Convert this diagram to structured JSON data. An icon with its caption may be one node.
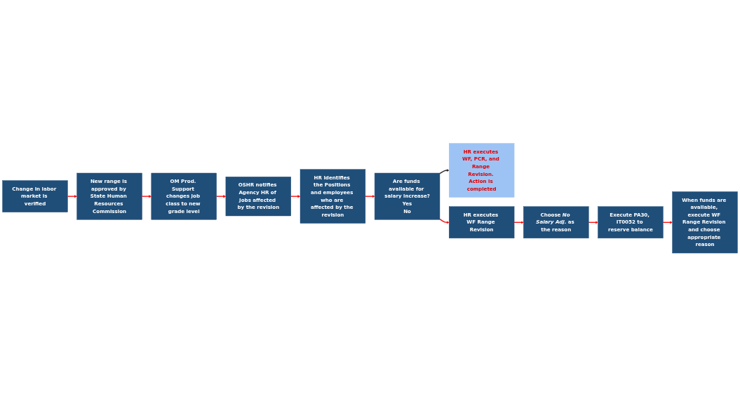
{
  "diagram": {
    "nodes": [
      {
        "text": [
          "Change in labor market is verified"
        ]
      },
      {
        "text": [
          "New range is approved by State Human Resources Commission"
        ]
      },
      {
        "text": [
          "OM Prod. Support changes job class to new grade level"
        ]
      },
      {
        "text": [
          "OSHR notifies Agency HR of Jobs affected by the revision"
        ]
      },
      {
        "text": [
          "HR identifies the Positions and employees who are affected by the revision"
        ]
      },
      {
        "text": [
          "Are funds available for salary increase?",
          "Yes",
          "No"
        ]
      },
      {
        "text": [
          "HR executes WF, PCR, and Range Revision. Action is completed"
        ]
      },
      {
        "text": [
          "HR executes WF Range Revision"
        ]
      },
      {
        "text": [
          "Choose *No Salary Adj.* as the reason"
        ]
      },
      {
        "text": [
          "Execute PA30, IT0052 to reserve balance"
        ]
      },
      {
        "text": [
          "When funds are available, execute WF Range Revision and choose appropriate reason"
        ]
      }
    ],
    "edges": [
      {
        "from": 0,
        "to": 1,
        "arrow": "to"
      },
      {
        "from": 1,
        "to": 2,
        "arrow": "to"
      },
      {
        "from": 2,
        "to": 3,
        "arrow": "to"
      },
      {
        "from": 3,
        "to": 4,
        "arrow": "to"
      },
      {
        "from": 4,
        "to": 5,
        "arrow": "to"
      },
      {
        "from": 5,
        "to": 6,
        "arrow": "to",
        "color": "#2b2b2b"
      },
      {
        "from": 5,
        "to": 7,
        "arrow": "to"
      },
      {
        "from": 7,
        "to": 8,
        "arrow": "to"
      },
      {
        "from": 8,
        "to": 9,
        "arrow": "to"
      },
      {
        "from": 9,
        "to": 10,
        "arrow": "to"
      }
    ]
  }
}
